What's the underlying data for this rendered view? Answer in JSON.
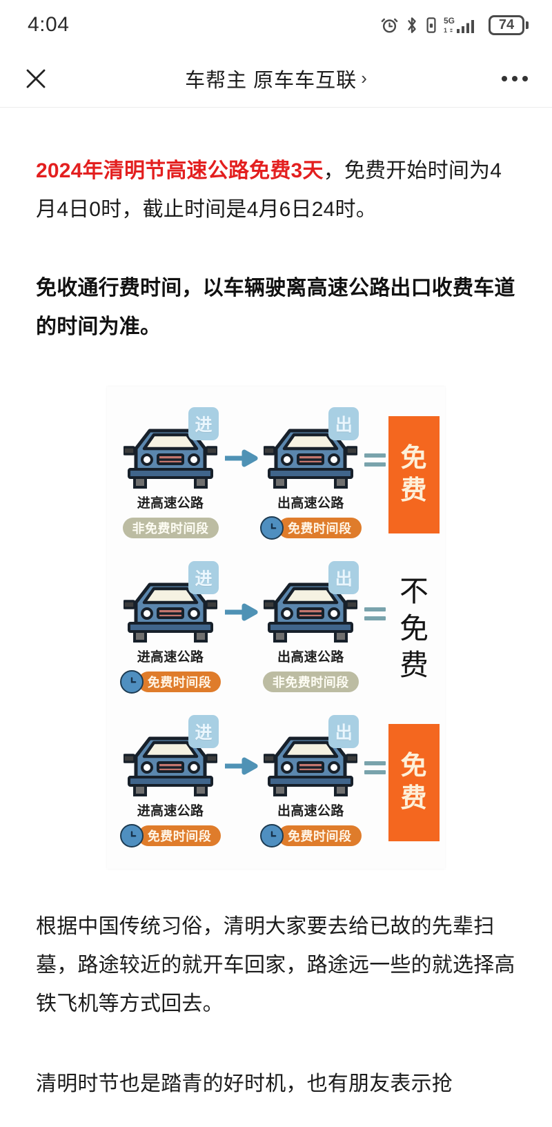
{
  "status_bar": {
    "time": "4:04",
    "battery_level": "74",
    "network": "5G",
    "icons": [
      "alarm-icon",
      "bluetooth-icon",
      "vibrate-icon",
      "signal-5g-icon",
      "battery-icon"
    ]
  },
  "app_header": {
    "close_label": "✕",
    "title": "车帮主 原车车互联",
    "chevron": "›",
    "more_label": "more-options"
  },
  "article": {
    "p1_highlight": "2024年清明节高速公路免费3天",
    "p1_rest": "，免费开始时间为4月4日0时，截止时间是4月6日24时。",
    "p2": "免收通行费时间，以车辆驶离高速公路出口收费车道的时间为准。",
    "p3": "根据中国传统习俗，清明大家要去给已故的先辈扫墓，路途较近的就开车回家，路途远一些的就选择高铁飞机等方式回去。",
    "p4": "清明时节也是踏青的好时机，也有朋友表示抢"
  },
  "infographic": {
    "enter_flag": "进",
    "exit_flag": "出",
    "enter_caption": "进高速公路",
    "exit_caption": "出高速公路",
    "pill_free": "免费时间段",
    "pill_notfree": "非免费时间段",
    "verdict_free_line1": "免",
    "verdict_free_line2": "费",
    "verdict_not_line1": "不",
    "verdict_not_line2": "免",
    "verdict_not_line3": "费",
    "colors": {
      "orange": "#f4671f",
      "pill_orange": "#df7c2b",
      "pill_gray": "#bcbca2",
      "car_blue": "#5b87ae",
      "flag_blue": "#a8cfe3",
      "arrow_blue": "#4f92b5",
      "highlight_red": "#e31f1f"
    },
    "rows": [
      {
        "enter_state": "notfree",
        "exit_state": "free",
        "verdict": "free"
      },
      {
        "enter_state": "free",
        "exit_state": "notfree",
        "verdict": "notfree"
      },
      {
        "enter_state": "free",
        "exit_state": "free",
        "verdict": "free"
      }
    ]
  }
}
